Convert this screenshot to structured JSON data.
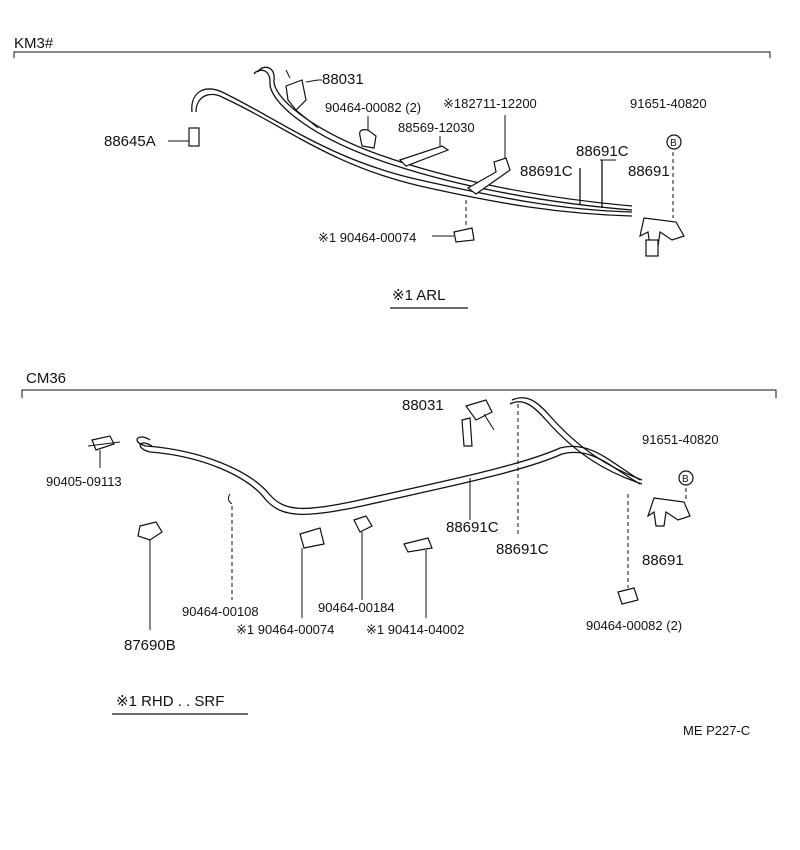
{
  "sections": {
    "km3": {
      "title": "KM3#"
    },
    "cm36": {
      "title": "CM36"
    }
  },
  "km3_parts": {
    "p88031": "88031",
    "p90464_00082_2": "90464-00082 (2)",
    "p182711": "※182711-12200",
    "p91651": "91651-40820",
    "p88645a": "88645A",
    "p88569": "88569-12030",
    "p88691c_a": "88691C",
    "p88691c_b": "88691C",
    "p88691": "88691",
    "p90464_00074": "※1 90464-00074",
    "b_circle": "B"
  },
  "km3_note": "※1 ARL",
  "cm36_parts": {
    "p88031": "88031",
    "p91651": "91651-40820",
    "p90405": "90405-09113",
    "p88691c_a": "88691C",
    "p88691c_b": "88691C",
    "p88691": "88691",
    "p90464_00108": "90464-00108",
    "p90464_00184": "90464-00184",
    "p90464_00074": "※1 90464-00074",
    "p90414": "※1 90414-04002",
    "p87690b": "87690B",
    "p90464_00082_2": "90464-00082 (2)",
    "b_circle": "B"
  },
  "cm36_note": "※1 RHD . . SRF",
  "footer": {
    "code": "ME P227-C"
  }
}
